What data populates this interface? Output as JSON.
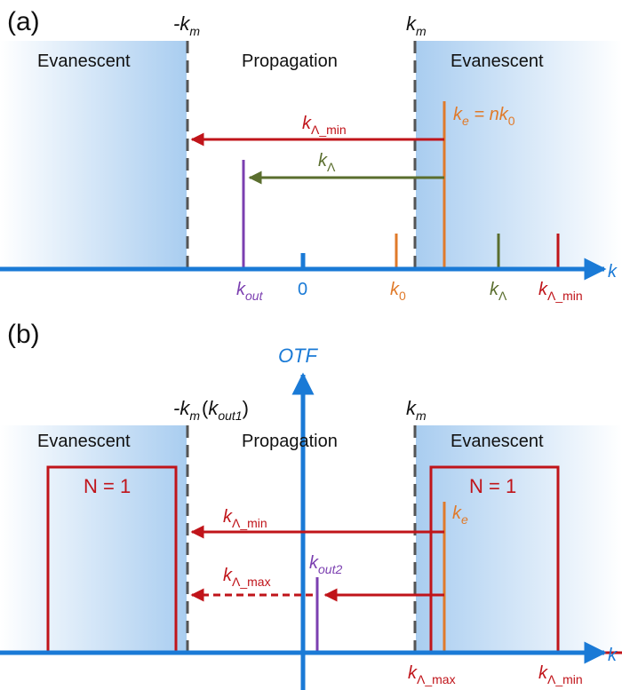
{
  "colors": {
    "axis": "#1a7ad6",
    "red": "#c0141a",
    "orange": "#e07a2a",
    "olive": "#5a6e2e",
    "purple": "#7b3fb0",
    "dash": "#555555",
    "evanescent_blue": "#a9cdf0"
  },
  "panel_a": {
    "tag": "(a)",
    "minus_km": "-k",
    "km": "k",
    "km_sub": "m",
    "region_left": "Evanescent",
    "region_center": "Propagation",
    "region_right": "Evanescent",
    "ke_label": "k",
    "ke_sub": "e",
    "ke_eq": " = nk",
    "ke_eq_sub": "0",
    "arrow_min_label": "k",
    "arrow_min_sub": "Λ_min",
    "arrow_lambda_label": "k",
    "arrow_lambda_sub": "Λ",
    "axis_label": "k",
    "tick_kout": "k",
    "tick_kout_sub": "out",
    "tick_zero": "0",
    "tick_k0": "k",
    "tick_k0_sub": "0",
    "tick_klambda": "k",
    "tick_klambda_sub": "Λ",
    "tick_kmin": "k",
    "tick_kmin_sub": "Λ_min"
  },
  "panel_b": {
    "tag": "(b)",
    "otf_label": "OTF",
    "minus_km": "-k",
    "km_sub": "m",
    "kout1_open": "(",
    "kout1": "k",
    "kout1_sub": "out1",
    "kout1_close": ")",
    "km": "k",
    "region_left": "Evanescent",
    "region_center": "Propagation",
    "region_right": "Evanescent",
    "n_left": "N = 1",
    "n_right": "N = 1",
    "ke_label": "k",
    "ke_sub": "e",
    "arrow_min_label": "k",
    "arrow_min_sub": "Λ_min",
    "arrow_max_label": "k",
    "arrow_max_sub": "Λ_max",
    "kout2": "k",
    "kout2_sub": "out2",
    "axis_label": "k",
    "tick_kmax": "k",
    "tick_kmax_sub": "Λ_max",
    "tick_kmin": "k",
    "tick_kmin_sub": "Λ_min"
  }
}
